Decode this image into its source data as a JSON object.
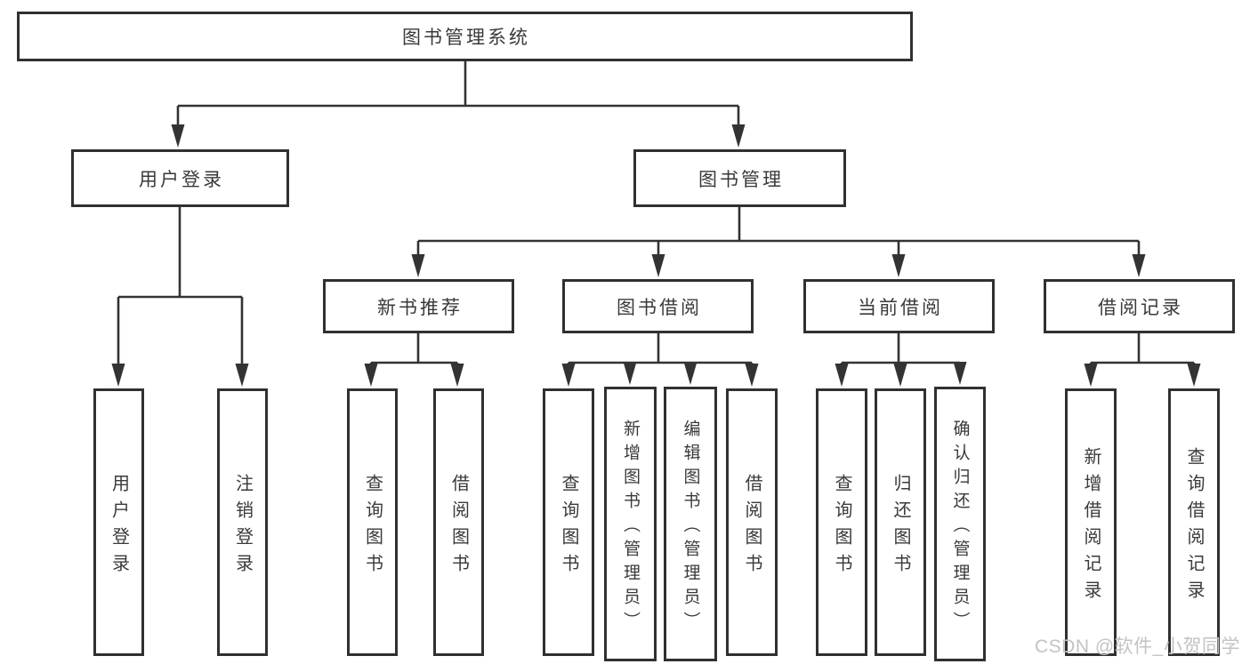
{
  "diagram": {
    "title": "图书管理系统",
    "root": {
      "label": "图书管理系统"
    },
    "level2": [
      {
        "label": "用户登录"
      },
      {
        "label": "图书管理"
      }
    ],
    "level3": [
      {
        "parent": "图书管理",
        "label": "新书推荐"
      },
      {
        "parent": "图书管理",
        "label": "图书借阅"
      },
      {
        "parent": "图书管理",
        "label": "当前借阅"
      },
      {
        "parent": "图书管理",
        "label": "借阅记录"
      }
    ],
    "leaves": [
      {
        "parent": "用户登录",
        "label": "用户登录"
      },
      {
        "parent": "用户登录",
        "label": "注销登录"
      },
      {
        "parent": "新书推荐",
        "label": "查询图书"
      },
      {
        "parent": "新书推荐",
        "label": "借阅图书"
      },
      {
        "parent": "图书借阅",
        "label": "查询图书"
      },
      {
        "parent": "图书借阅",
        "label": "新增图书（管理员）"
      },
      {
        "parent": "图书借阅",
        "label": "编辑图书（管理员）"
      },
      {
        "parent": "图书借阅",
        "label": "借阅图书"
      },
      {
        "parent": "当前借阅",
        "label": "查询图书"
      },
      {
        "parent": "当前借阅",
        "label": "归还图书"
      },
      {
        "parent": "当前借阅",
        "label": "确认归还（管理员）"
      },
      {
        "parent": "借阅记录",
        "label": "新增借阅记录"
      },
      {
        "parent": "借阅记录",
        "label": "查询借阅记录"
      }
    ],
    "colors": {
      "line": "#333333",
      "border": "#303030",
      "text": "#3a3a3a",
      "background": "#ffffff",
      "watermark": "#c3c3c3"
    }
  },
  "watermark": {
    "text": "CSDN @软件_小贺同学"
  }
}
